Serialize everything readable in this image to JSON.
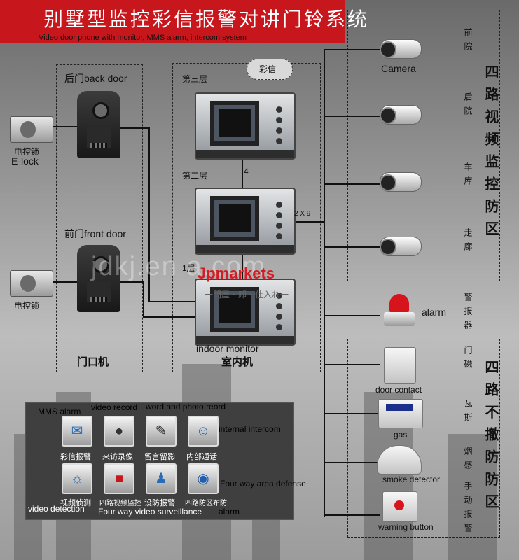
{
  "banner": {
    "title": "别墅型监控彩信报警对讲门铃系统",
    "subtitle": "Video door phone  with monitor, MMS alarm, intercom system",
    "color": "#c8161d"
  },
  "door_units": {
    "back_door": "后门back door",
    "front_door": "前门front door",
    "group_label": "门口机",
    "lock_label_top_cn": "电控锁",
    "lock_label_top_en": "E-lock",
    "lock_label_bottom_cn": "电控锁"
  },
  "indoor": {
    "cloud": "彩信",
    "floor3": "第三层",
    "floor2": "第二层",
    "floor1": "1层",
    "monitor_en": "indoor monitor",
    "monitor_cn": "室内机",
    "wire_4": "4",
    "wire_2x9": "2 X 9"
  },
  "cameras": {
    "label": "Camera",
    "locations": [
      "前院",
      "后院",
      "车库",
      "走廊"
    ],
    "zone_title": "四路视频监控防区"
  },
  "alarm": {
    "label": "alarm",
    "side_cn": "警报器"
  },
  "sensors": {
    "door_contact": "door contact",
    "door_contact_cn": "门磁",
    "gas": "gas",
    "gas_cn": "瓦斯",
    "smoke": "smoke detector",
    "smoke_cn": "烟感",
    "button": "warning button",
    "button_cn": "手动报警",
    "zone_title": "四路不撤防防区"
  },
  "features": {
    "legend_mms": "MMS alarm",
    "legend_video_record": "video record",
    "legend_word_photo": "word and photo reord",
    "legend_internal": "internal intercom",
    "legend_four_way_area": "Four way area defense",
    "legend_video_detection": "video detection",
    "legend_four_way_video": "Four way video surveillance",
    "legend_alarm": "alarm",
    "icons_row1": [
      {
        "label": "彩信报警",
        "icon": "mms-envelope-icon",
        "glyph": "✉"
      },
      {
        "label": "来访录像",
        "icon": "video-camera-icon",
        "glyph": "●"
      },
      {
        "label": "留言留影",
        "icon": "message-note-icon",
        "glyph": "✎"
      },
      {
        "label": "内部通话",
        "icon": "intercom-people-icon",
        "glyph": "☺"
      }
    ],
    "icons_row2": [
      {
        "label": "视频侦测",
        "icon": "running-person-icon",
        "glyph": "☼"
      },
      {
        "label": "四路视频监控",
        "icon": "surveillance-camera-icon",
        "glyph": "■"
      },
      {
        "label": "设防报警",
        "icon": "guard-icon",
        "glyph": "♟"
      },
      {
        "label": "四路防区布防",
        "icon": "globe-icon",
        "glyph": "◉"
      }
    ]
  },
  "watermark": {
    "text": "jdkj.en                   a.com",
    "logo": "Jpmarkets",
    "logo_sub": "一問屋・卸・仕入れ一"
  }
}
